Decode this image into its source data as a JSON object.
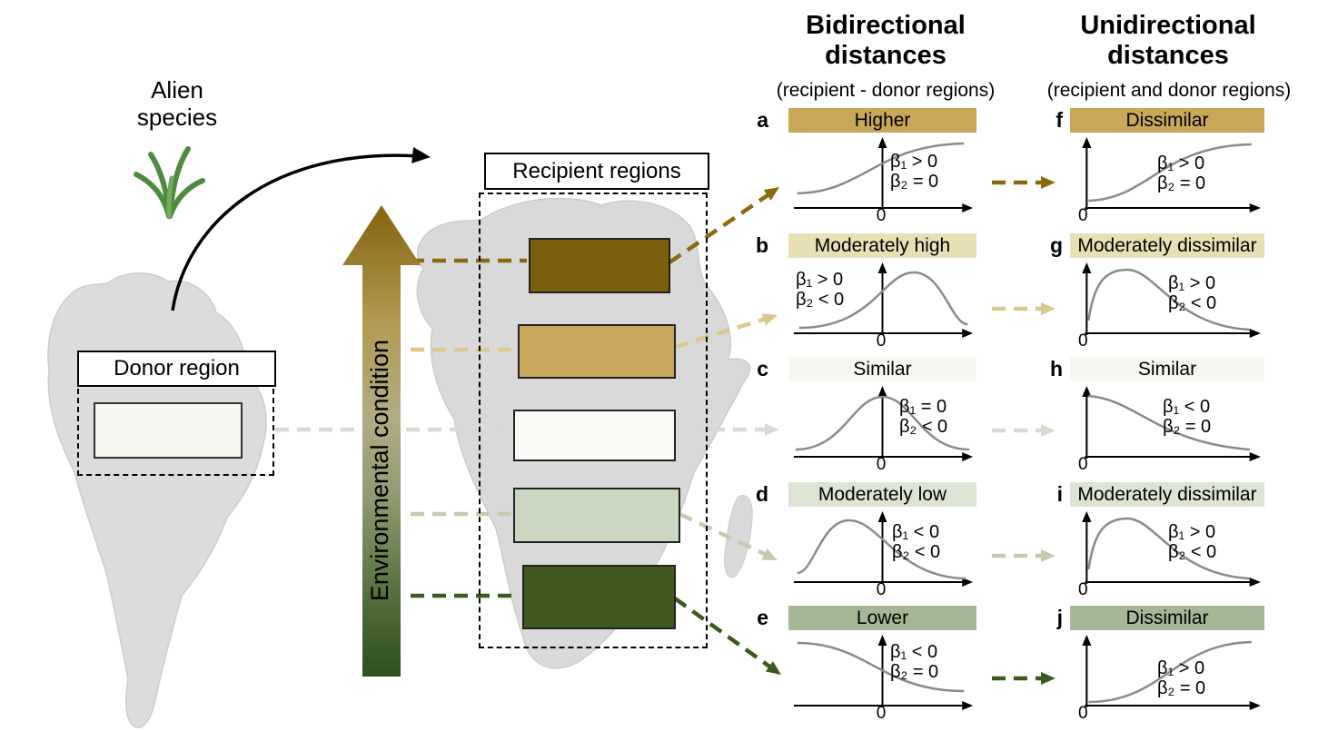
{
  "zero_label": "0",
  "left": {
    "alien_species_label": "Alien species",
    "donor_region_label": "Donor region"
  },
  "env_arrow_label": "Environmental condition",
  "recipient_regions_label": "Recipient regions",
  "columns": {
    "bidirectional": {
      "title": "Bidirectional distances",
      "subtitle": "(recipient - donor regions)"
    },
    "unidirectional": {
      "title": "Unidirectional distances",
      "subtitle": "(recipient and donor regions)"
    }
  },
  "panels": {
    "a": {
      "letter": "a",
      "title": "Higher",
      "beta1": "β₁ > 0",
      "beta2": "β₂ = 0"
    },
    "b": {
      "letter": "b",
      "title": "Moderately high",
      "beta1": "β₁ > 0",
      "beta2": "β₂ < 0"
    },
    "c": {
      "letter": "c",
      "title": "Similar",
      "beta1": "β₁ = 0",
      "beta2": "β₂ < 0"
    },
    "d": {
      "letter": "d",
      "title": "Moderately low",
      "beta1": "β₁ < 0",
      "beta2": "β₂ < 0"
    },
    "e": {
      "letter": "e",
      "title": "Lower",
      "beta1": "β₁ < 0",
      "beta2": "β₂ = 0"
    },
    "f": {
      "letter": "f",
      "title": "Dissimilar",
      "beta1": "β₁ > 0",
      "beta2": "β₂ = 0"
    },
    "g": {
      "letter": "g",
      "title": "Moderately dissimilar",
      "beta1": "β₁ > 0",
      "beta2": "β₂ < 0"
    },
    "h": {
      "letter": "h",
      "title": "Similar",
      "beta1": "β₁ < 0",
      "beta2": "β₂ = 0"
    },
    "i": {
      "letter": "i",
      "title": "Moderately dissimilar",
      "beta1": "β₁ > 0",
      "beta2": "β₂ < 0"
    },
    "j": {
      "letter": "j",
      "title": "Dissimilar",
      "beta1": "β₁ > 0",
      "beta2": "β₂ = 0"
    }
  },
  "colors": {
    "curve": "#8a8a8a",
    "rows": {
      "a": {
        "header": "#c8a759",
        "line": "#8a6a10"
      },
      "b": {
        "header": "#e9dfb6",
        "line": "#d9c98c"
      },
      "c": {
        "header": "#f6f6f0",
        "line": "#d9d9d2"
      },
      "d": {
        "header": "#dde4d3",
        "line": "#c2cdb0"
      },
      "e": {
        "header": "#a4b897",
        "line": "#3c5a1e"
      }
    },
    "regions": {
      "north": "#7c5e0f",
      "north_mid": "#c8a75d",
      "central": "rgba(252,252,248,0.9)",
      "south_mid": "#ccd7bf",
      "south": "#40591f"
    }
  }
}
